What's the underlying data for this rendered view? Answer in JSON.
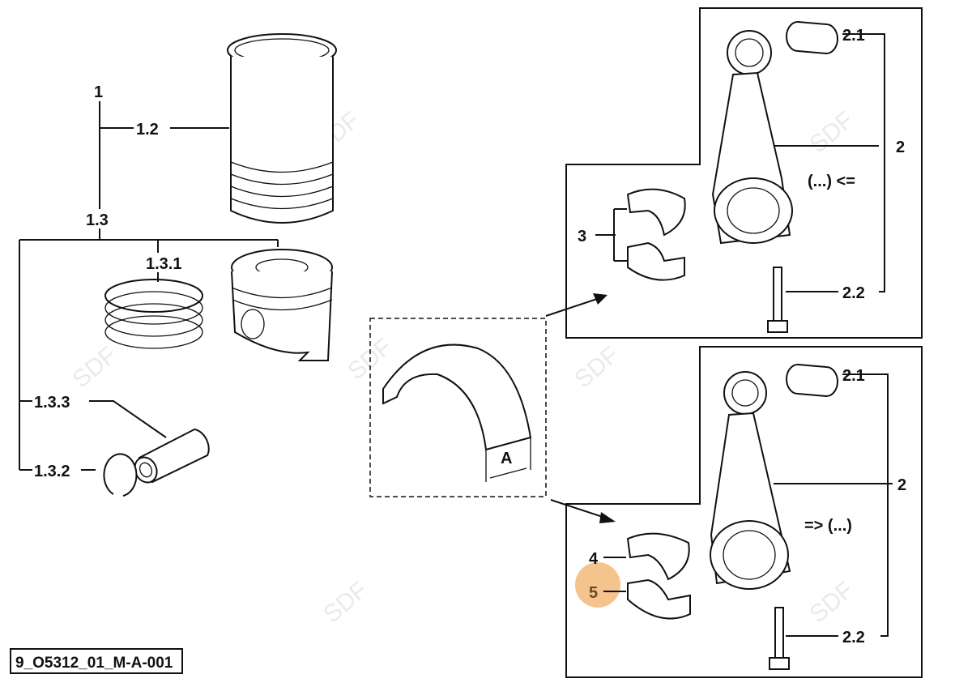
{
  "diagram": {
    "drawing_id": "9_O5312_01_M-A-001",
    "watermark": "SDF",
    "highlight_color": "#f2b97a",
    "labels": {
      "assembly": "1",
      "liner": "1.2",
      "piston_group": "1.3",
      "rings": "1.3.1",
      "pin": "1.3.3",
      "circlip": "1.3.2",
      "top_bushing": "2.1",
      "top_rod": "2",
      "top_note": "(...) <=",
      "top_bearing": "3",
      "top_bolt": "2.2",
      "dimension": "A",
      "bottom_bushing": "2.1",
      "bottom_rod": "2",
      "bottom_note": "=> (...)",
      "upper_shell": "4",
      "lower_shell": "5",
      "bottom_bolt": "2.2"
    }
  }
}
